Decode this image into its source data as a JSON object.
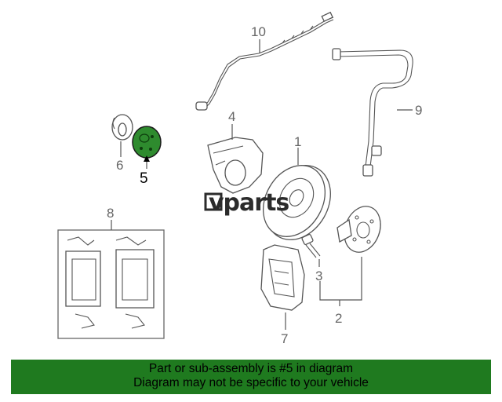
{
  "callouts": {
    "c1": "1",
    "c2": "2",
    "c3": "3",
    "c4": "4",
    "c5": "5",
    "c6": "6",
    "c7": "7",
    "c8": "8",
    "c9": "9",
    "c10": "10"
  },
  "watermark": "vparts",
  "banner": {
    "line1": "Part or sub-assembly is #5 in diagram",
    "line2": "Diagram may not be specific to your vehicle"
  },
  "colors": {
    "banner_background": "#1f7a1f",
    "highlight_part": "#2e8b2e",
    "line_art": "#555555"
  },
  "highlighted_part": "5"
}
